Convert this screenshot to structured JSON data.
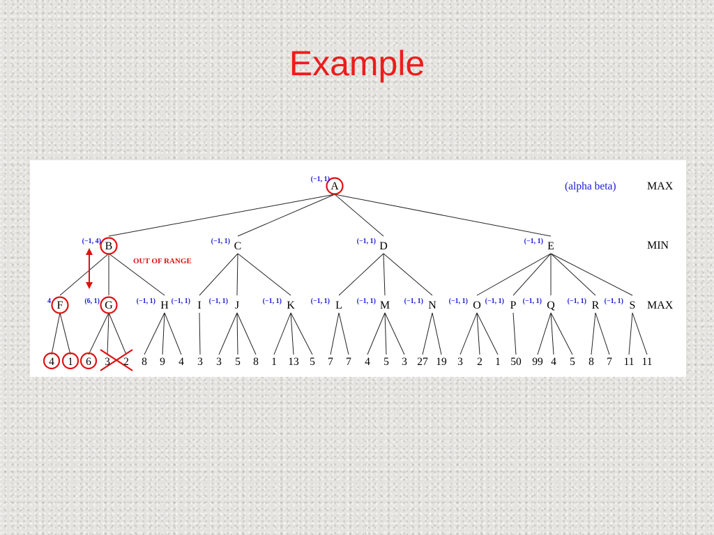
{
  "slide": {
    "title": "Example"
  },
  "diagram": {
    "header": "(alpha beta)",
    "levels": [
      "MAX",
      "MIN",
      "MAX"
    ],
    "out_of_range_note": "OUT OF RANGE",
    "root": {
      "label": "A",
      "ab": "(−1, 1)",
      "highlighted": true
    },
    "mins": [
      {
        "label": "B",
        "ab": "(−1, 4)",
        "highlighted": true
      },
      {
        "label": "C",
        "ab": "(−1, 1)"
      },
      {
        "label": "D",
        "ab": "(−1, 1)"
      },
      {
        "label": "E",
        "ab": "(−1, 1)"
      }
    ],
    "maxs": [
      {
        "label": "F",
        "ab": "4",
        "parent": 0,
        "highlighted": true
      },
      {
        "label": "G",
        "ab": "(6, 1)",
        "parent": 0,
        "highlighted": true
      },
      {
        "label": "H",
        "ab": "(−1, 1)",
        "parent": 0
      },
      {
        "label": "I",
        "ab": "(−1, 1)",
        "parent": 1
      },
      {
        "label": "J",
        "ab": "(−1, 1)",
        "parent": 1
      },
      {
        "label": "K",
        "ab": "(−1, 1)",
        "parent": 1
      },
      {
        "label": "L",
        "ab": "(−1, 1)",
        "parent": 2
      },
      {
        "label": "M",
        "ab": "(−1, 1)",
        "parent": 2
      },
      {
        "label": "N",
        "ab": "(−1, 1)",
        "parent": 2
      },
      {
        "label": "O",
        "ab": "(−1, 1)",
        "parent": 3
      },
      {
        "label": "P",
        "ab": "(−1, 1)",
        "parent": 3
      },
      {
        "label": "Q",
        "ab": "(−1, 1)",
        "parent": 3
      },
      {
        "label": "R",
        "ab": "(−1, 1)",
        "parent": 3
      },
      {
        "label": "S",
        "ab": "(−1, 1)",
        "parent": 3
      }
    ],
    "leaves": [
      {
        "value": "4",
        "parent": 0,
        "circled": true
      },
      {
        "value": "1",
        "parent": 0,
        "circled": true
      },
      {
        "value": "6",
        "parent": 1,
        "circled": true
      },
      {
        "value": "3",
        "parent": 1,
        "crossed": true
      },
      {
        "value": "2",
        "parent": 1,
        "crossed": true
      },
      {
        "value": "8",
        "parent": 2
      },
      {
        "value": "9",
        "parent": 2
      },
      {
        "value": "4",
        "parent": 2
      },
      {
        "value": "3",
        "parent": 3
      },
      {
        "value": "3",
        "parent": 4
      },
      {
        "value": "5",
        "parent": 4
      },
      {
        "value": "8",
        "parent": 4
      },
      {
        "value": "1",
        "parent": 5
      },
      {
        "value": "13",
        "parent": 5
      },
      {
        "value": "5",
        "parent": 5
      },
      {
        "value": "7",
        "parent": 6
      },
      {
        "value": "7",
        "parent": 6
      },
      {
        "value": "4",
        "parent": 7
      },
      {
        "value": "5",
        "parent": 7
      },
      {
        "value": "3",
        "parent": 7
      },
      {
        "value": "27",
        "parent": 8
      },
      {
        "value": "19",
        "parent": 8
      },
      {
        "value": "3",
        "parent": 9
      },
      {
        "value": "2",
        "parent": 9
      },
      {
        "value": "1",
        "parent": 9
      },
      {
        "value": "50",
        "parent": 10
      },
      {
        "value": "99",
        "parent": 11
      },
      {
        "value": "4",
        "parent": 11
      },
      {
        "value": "5",
        "parent": 11
      },
      {
        "value": "8",
        "parent": 12
      },
      {
        "value": "7",
        "parent": 12
      },
      {
        "value": "11",
        "parent": 13
      },
      {
        "value": "11",
        "parent": 13
      }
    ],
    "colors": {
      "highlight": "#e01010",
      "annotation": "#1a1ad8",
      "line": "#222222"
    }
  }
}
